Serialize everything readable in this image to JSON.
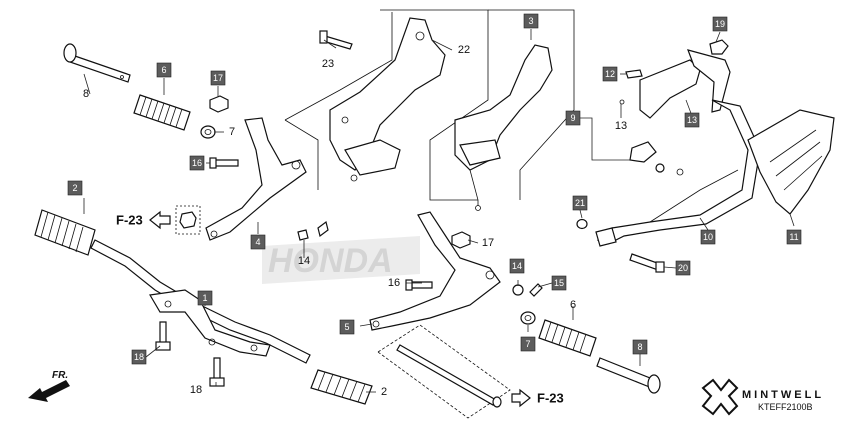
{
  "diagram": {
    "callouts": {
      "c1": "1",
      "c2a": "2",
      "c2b": "2",
      "c3": "3",
      "c4": "4",
      "c5": "5",
      "c6a": "6",
      "c6b": "6",
      "c7a": "7",
      "c7b": "7",
      "c8a": "8",
      "c8b": "8",
      "c9": "9",
      "c10": "10",
      "c11": "11",
      "c12": "12",
      "c13a": "13",
      "c13b": "13",
      "c14a": "14",
      "c14b": "14",
      "c15": "15",
      "c16a": "16",
      "c16b": "16",
      "c17a": "17",
      "c17b": "17",
      "c18a": "18",
      "c18b": "18",
      "c19": "19",
      "c20": "20",
      "c21": "21",
      "c22": "22",
      "c23": "23"
    },
    "ref_left": "F-23",
    "ref_right": "F-23",
    "direction": "FR.",
    "watermark": "HONDA",
    "brand": "MINTWELL",
    "code": "KTEFF2100B"
  },
  "colors": {
    "box_fill": "#5c5c5c",
    "line": "#111111",
    "watermark": "#d4d4d4"
  }
}
